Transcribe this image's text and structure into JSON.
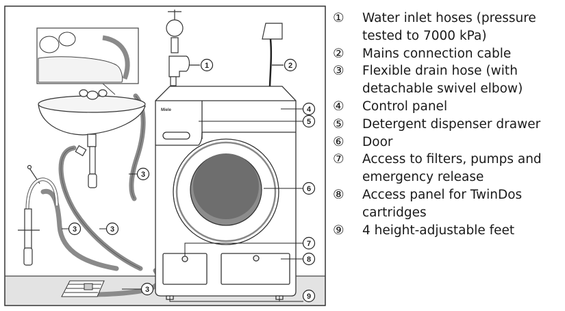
{
  "diagram": {
    "brand": "Miele",
    "callouts": {
      "c1": "1",
      "c2": "2",
      "c3a": "3",
      "c3b": "3",
      "c3c": "3",
      "c3d": "3",
      "c4": "4",
      "c5": "5",
      "c6": "6",
      "c7": "7",
      "c8": "8",
      "c9": "9"
    }
  },
  "legend": {
    "items": [
      {
        "num": "①",
        "text": "Water inlet hoses (pressure tested to 7000 kPa)"
      },
      {
        "num": "②",
        "text": "Mains connection cable"
      },
      {
        "num": "③",
        "text": "Flexible drain hose (with detachable swivel elbow)"
      },
      {
        "num": "④",
        "text": "Control panel"
      },
      {
        "num": "⑤",
        "text": "Detergent dispenser drawer"
      },
      {
        "num": "⑥",
        "text": "Door"
      },
      {
        "num": "⑦",
        "text": "Access to filters, pumps and emergency release"
      },
      {
        "num": "⑧",
        "text": "Access panel for TwinDos cartridges"
      },
      {
        "num": "⑨",
        "text": "4 height-adjustable feet"
      }
    ]
  },
  "colors": {
    "floor": "#e3e3e3",
    "hose": "#8a8a8a",
    "door_glass": "#6e6e6e",
    "line": "#222222"
  }
}
